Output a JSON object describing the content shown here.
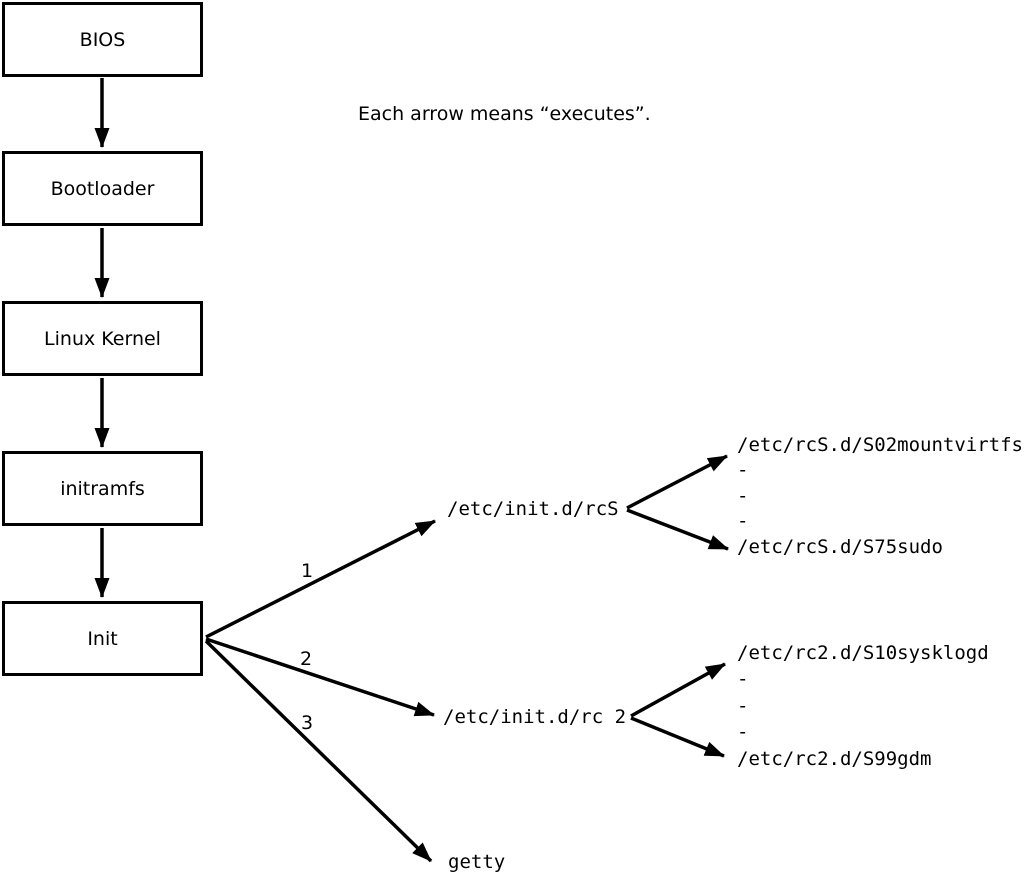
{
  "note": "Each arrow means “executes”.",
  "boot_chain": {
    "boxes": [
      {
        "label": "BIOS"
      },
      {
        "label": "Bootloader"
      },
      {
        "label": "Linux Kernel"
      },
      {
        "label": "initramfs"
      },
      {
        "label": "Init"
      }
    ]
  },
  "branches": [
    {
      "number": "1",
      "target": "/etc/init.d/rcS",
      "children": [
        "/etc/rcS.d/S02mountvirtfs",
        "-",
        "-",
        "-",
        "/etc/rcS.d/S75sudo"
      ]
    },
    {
      "number": "2",
      "target": "/etc/init.d/rc 2",
      "children": [
        "/etc/rc2.d/S10sysklogd",
        "-",
        "-",
        "-",
        "/etc/rc2.d/S99gdm"
      ]
    },
    {
      "number": "3",
      "target": "getty",
      "children": []
    }
  ],
  "colors": {
    "line": "#000000",
    "background": "#ffffff",
    "box_fill": "#ffffff",
    "box_border": "#000000",
    "text": "#000000"
  }
}
